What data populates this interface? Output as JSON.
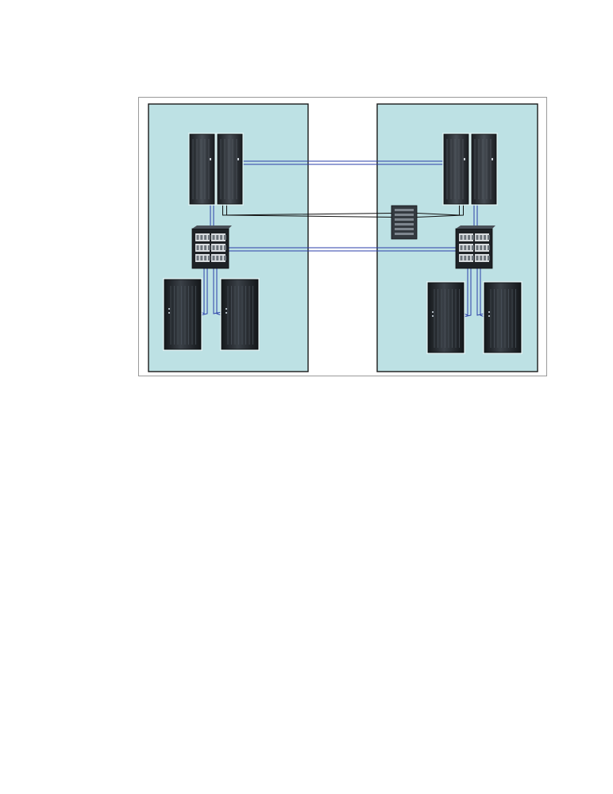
{
  "diagram": {
    "colors": {
      "page_background": "#ffffff",
      "figure_border": "#9a9a9a",
      "site_fill": "#bde1e4",
      "site_border": "#1a1a1a",
      "fibre_link": "#2b3fa8",
      "timer_link": "#111111",
      "device_dark": "#1e2226",
      "device_mid": "#343a40"
    },
    "sites": [
      {
        "id": "site-left",
        "devices": [
          {
            "id": "mainframe-left",
            "kind": "mainframe",
            "icon": "mainframe-icon"
          },
          {
            "id": "switch-left",
            "kind": "director-switch",
            "icon": "switch-icon"
          },
          {
            "id": "storage-left-a",
            "kind": "disk-storage",
            "icon": "storage-icon"
          },
          {
            "id": "storage-left-b",
            "kind": "disk-storage",
            "icon": "storage-icon"
          }
        ]
      },
      {
        "id": "site-right",
        "devices": [
          {
            "id": "mainframe-right",
            "kind": "mainframe",
            "icon": "mainframe-icon"
          },
          {
            "id": "switch-right",
            "kind": "director-switch",
            "icon": "switch-icon"
          },
          {
            "id": "storage-right-a",
            "kind": "disk-storage",
            "icon": "storage-icon"
          },
          {
            "id": "storage-right-b",
            "kind": "disk-storage",
            "icon": "storage-icon"
          }
        ]
      }
    ],
    "shared_devices": [
      {
        "id": "timer-center",
        "kind": "timer-unit",
        "icon": "timer-icon"
      }
    ],
    "links": [
      {
        "from": "mainframe-left",
        "to": "mainframe-right",
        "style": "fibre_link"
      },
      {
        "from": "mainframe-left",
        "to": "timer-center",
        "style": "timer_link"
      },
      {
        "from": "timer-center",
        "to": "mainframe-right",
        "style": "timer_link"
      },
      {
        "from": "mainframe-left",
        "to": "switch-left",
        "style": "fibre_link"
      },
      {
        "from": "mainframe-right",
        "to": "switch-right",
        "style": "fibre_link"
      },
      {
        "from": "switch-left",
        "to": "switch-right",
        "style": "fibre_link"
      },
      {
        "from": "switch-left",
        "to": "storage-left-a",
        "style": "fibre_link"
      },
      {
        "from": "switch-left",
        "to": "storage-left-b",
        "style": "fibre_link"
      },
      {
        "from": "switch-right",
        "to": "storage-right-a",
        "style": "fibre_link"
      },
      {
        "from": "switch-right",
        "to": "storage-right-b",
        "style": "fibre_link"
      }
    ]
  }
}
